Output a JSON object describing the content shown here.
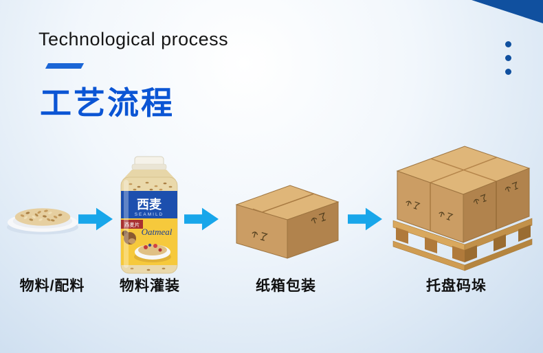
{
  "page": {
    "title_en": "Technological process",
    "title_zh": "工艺流程"
  },
  "steps": [
    {
      "label": "物料/配料",
      "icon": "oatmeal-plate-icon"
    },
    {
      "label": "物料灌装",
      "icon": "oatmeal-jar-icon"
    },
    {
      "label": "纸箱包装",
      "icon": "carton-box-icon"
    },
    {
      "label": "托盘码垛",
      "icon": "pallet-stack-icon"
    }
  ],
  "jar": {
    "brand_zh": "西麦",
    "brand_en": "SEAMILD",
    "product": "燕麦片",
    "script": "Oatmeal"
  },
  "colors": {
    "accent_blue": "#0b55d4",
    "corner_dark_blue": "#10509f",
    "arrow_blue": "#18a6ea",
    "carton_tan": "#cb9d64",
    "label_text": "#101010"
  }
}
